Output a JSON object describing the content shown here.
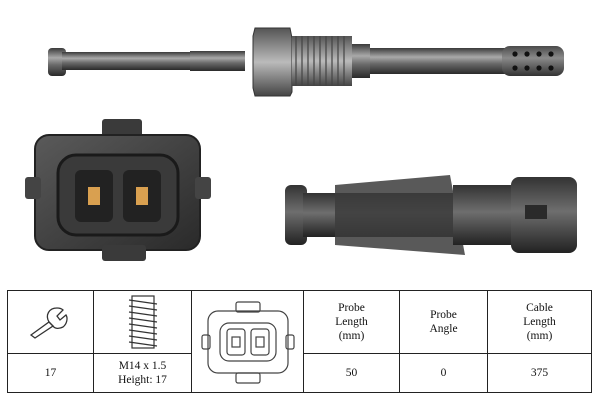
{
  "table": {
    "headers": [
      "",
      "",
      "",
      "Probe\nLength\n(mm)",
      "Probe\nAngle",
      "Cable\nLength\n(mm)"
    ],
    "icons": [
      "wrench-icon",
      "thread-icon",
      "connector-outline-icon"
    ],
    "values": [
      "17",
      "M14 x 1.5\nHeight: 17",
      "",
      "50",
      "0",
      "375"
    ]
  }
}
